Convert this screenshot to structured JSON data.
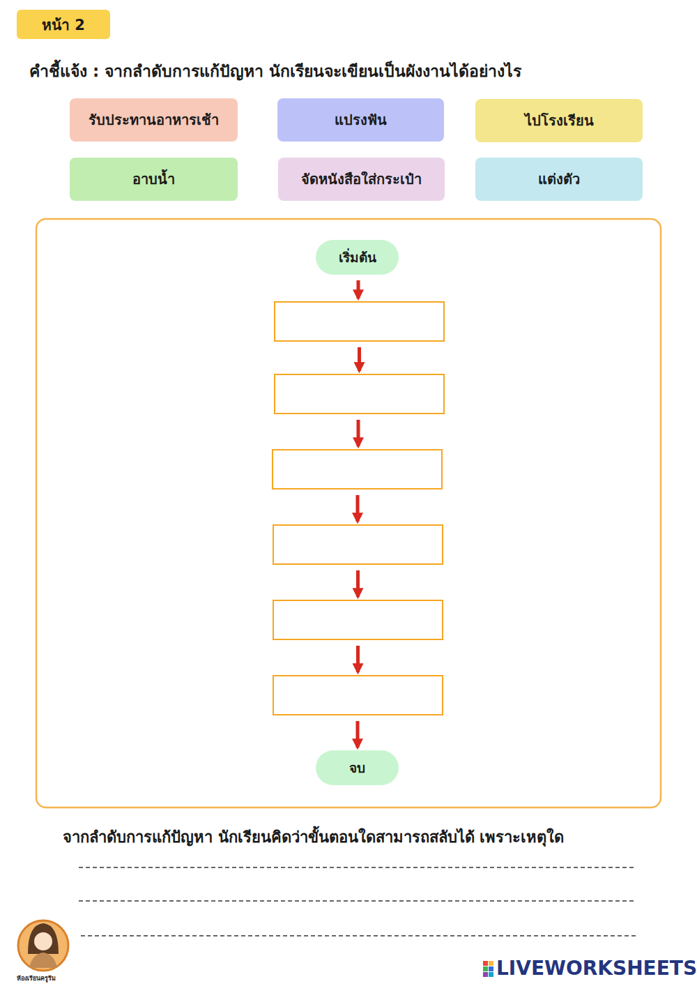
{
  "diagram": {
    "title": "คำชี้แจ้ง :  จากลำดับการแก้ปัญหา นักเรียนจะเขียนเป็นผังงานได้อย่างไร",
    "nodes": [
      {
        "text": [
          "หน้า 2"
        ]
      },
      {
        "text": [
          "รับประทานอาหารเช้า"
        ]
      },
      {
        "text": [
          "แปรงฟัน"
        ]
      },
      {
        "text": [
          "ไปโรงเรียน"
        ]
      },
      {
        "text": [
          "อาบน้ำ"
        ]
      },
      {
        "text": [
          "จัดหนังสือใส่กระเป๋า"
        ]
      },
      {
        "text": [
          "แต่งตัว"
        ]
      },
      {
        "text": [
          "เริ่มต้น"
        ]
      },
      {
        "text": []
      },
      {
        "text": []
      },
      {
        "text": []
      },
      {
        "text": []
      },
      {
        "text": []
      },
      {
        "text": []
      },
      {
        "text": [
          "จบ"
        ]
      }
    ],
    "edges": [
      {
        "from": 7,
        "to": 8,
        "arrow": "to"
      },
      {
        "from": 8,
        "to": 9,
        "arrow": "to"
      },
      {
        "from": 9,
        "to": 10,
        "arrow": "to"
      },
      {
        "from": 10,
        "to": 11,
        "arrow": "to"
      },
      {
        "from": 11,
        "to": 12,
        "arrow": "to"
      },
      {
        "from": 12,
        "to": 13,
        "arrow": "to"
      },
      {
        "from": 13,
        "to": 14,
        "arrow": "to"
      }
    ],
    "labels": [
      "จากลำดับการแก้ปัญหา นักเรียนคิดว่าขั้นตอนใดสามารถสลับได้ เพราะเหตุใด",
      "ห้องเรียนครูรีม",
      "LIVEWORKSHEETS"
    ]
  }
}
